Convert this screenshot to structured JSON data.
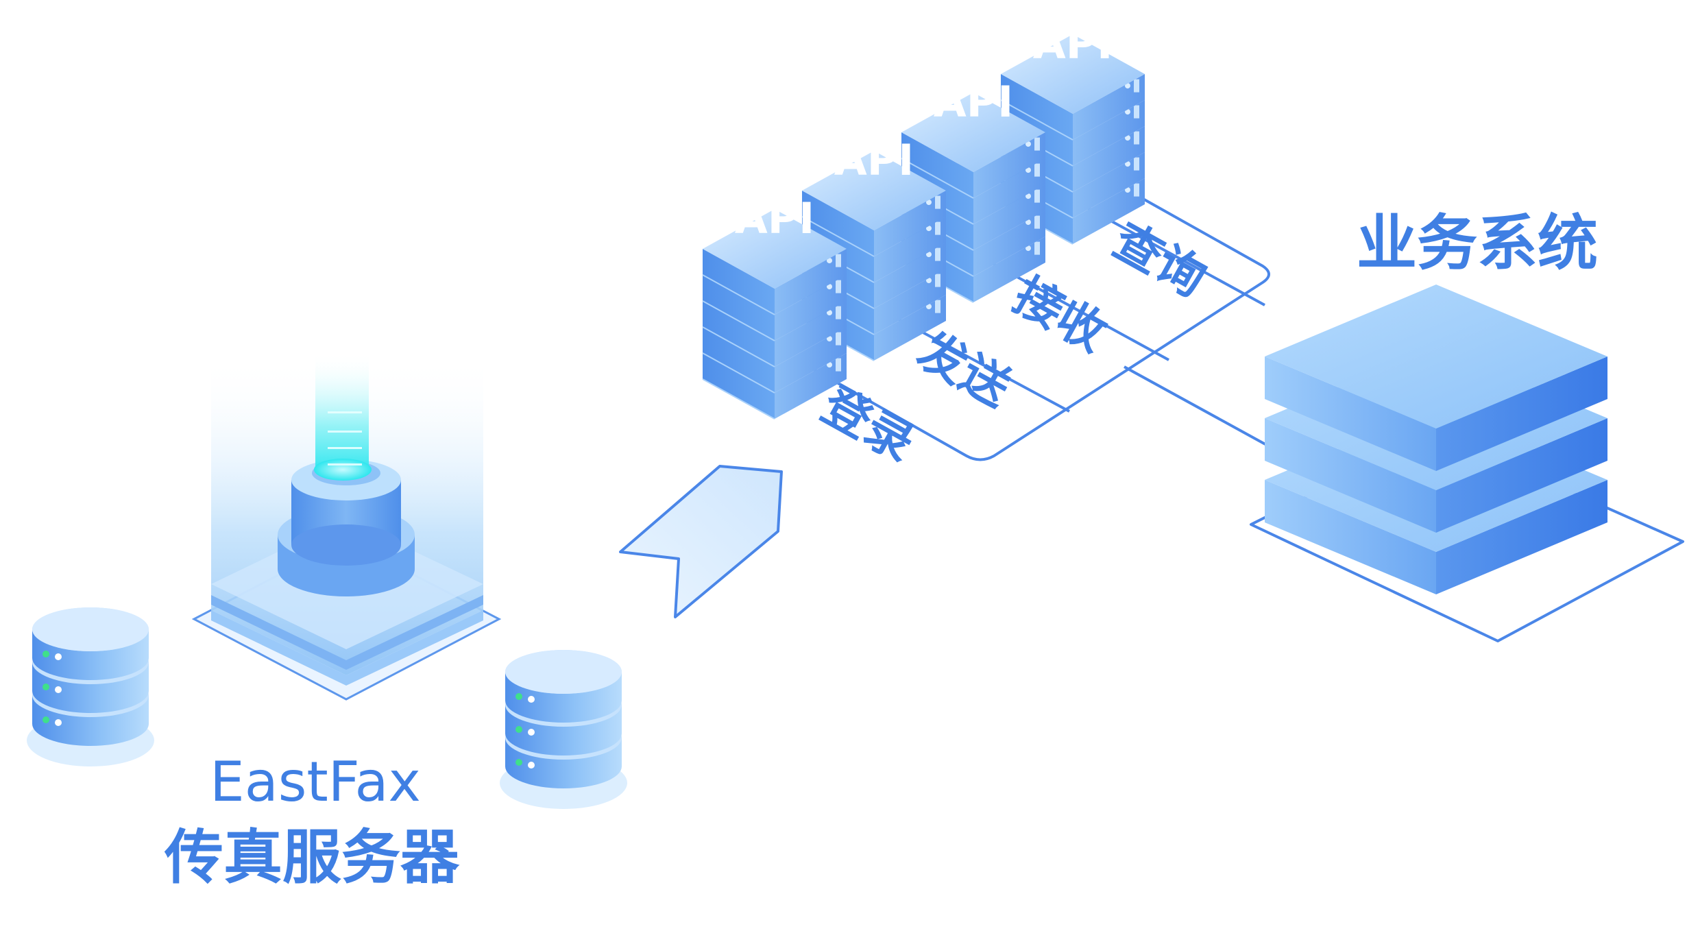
{
  "fax_server": {
    "brand": "EastFax",
    "title": "传真服务器"
  },
  "api_servers": [
    {
      "label": "API"
    },
    {
      "label": "API"
    },
    {
      "label": "API"
    },
    {
      "label": "API"
    }
  ],
  "operations": [
    {
      "label": "登录"
    },
    {
      "label": "发送"
    },
    {
      "label": "接收"
    },
    {
      "label": "查询"
    }
  ],
  "business_system": {
    "title": "业务系统"
  },
  "colors": {
    "primary_blue": "#3f7fe3",
    "light_blue": "#a9d1fb",
    "cyan_glow": "#2ee6ee",
    "outline": "#4a86e8"
  }
}
